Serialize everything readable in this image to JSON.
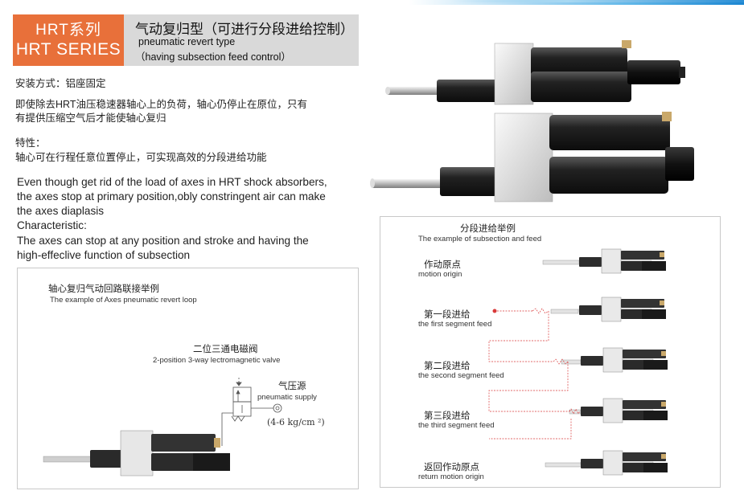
{
  "header": {
    "series_cn": "HRT系列",
    "series_en": "HRT SERIES",
    "title_cn": "气动复归型（可进行分段进给控制）",
    "title_en_1": "pneumatic revert type",
    "title_en_2": "（having subsection feed control）"
  },
  "intro": {
    "mount": "安装方式：铝座固定",
    "desc_line1": "即使除去HRT油压稳速器轴心上的负荷，轴心仍停止在原位，只有",
    "desc_line2": "有提供压缩空气后才能使轴心复归",
    "feature_heading": "特性：",
    "feature_text": "轴心可在行程任意位置停止，可实现高效的分段进给功能"
  },
  "english": {
    "line1": "Even though get rid of the load of axes in HRT shock absorbers,",
    "line2": "the axes stop at primary position,obly constringent air can make",
    "line3": "the axes diaplasis",
    "line4": "Characteristic:",
    "line5": "The axes can stop at any position and stroke and having the",
    "line6": "high-effeclive function of subsection"
  },
  "left_panel": {
    "title_cn": "轴心复归气动回路联接举例",
    "title_en": "The example of Axes pneumatic revert loop",
    "valve_cn": "二位三通电磁阀",
    "valve_en": "2-position 3-way lectromagnetic valve",
    "supply_cn": "气压源",
    "supply_en": "pneumatic supply",
    "pressure": "(4-6 kg/cm ²)"
  },
  "right_panel": {
    "title_cn": "分段进给举例",
    "title_en": "The example of subsection and feed",
    "steps": [
      {
        "cn": "作动原点",
        "en": "motion origin"
      },
      {
        "cn": "第一段进给",
        "en": "the first segment feed"
      },
      {
        "cn": "第二段进给",
        "en": "the second segment feed"
      },
      {
        "cn": "第三段进给",
        "en": "the third segment feed"
      },
      {
        "cn": "返回作动原点",
        "en": "return motion origin"
      }
    ]
  },
  "colors": {
    "accent_orange": "#e8703a",
    "header_gray": "#d9d9d9",
    "stripe_blue": "#1c86d1",
    "feed_line_red": "#d93a3a"
  }
}
